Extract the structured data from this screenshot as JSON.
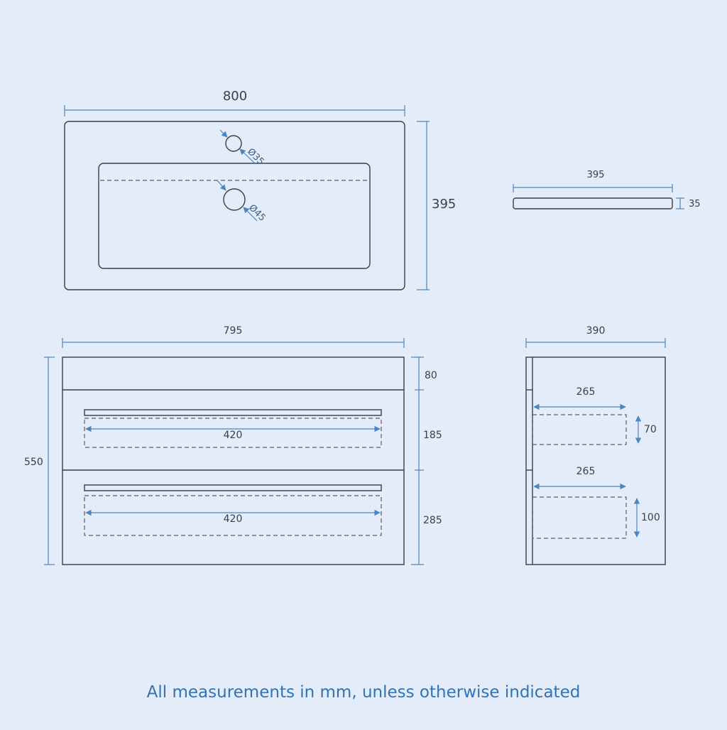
{
  "top_view": {
    "width_label": "800",
    "depth_label": "395",
    "tap_hole_label": "Ø35",
    "waste_hole_label": "Ø45"
  },
  "basin_side": {
    "depth_label": "395",
    "thickness_label": "35"
  },
  "front_view": {
    "width_label": "795",
    "height_label": "550",
    "top_rail_label": "80",
    "upper_drawer_label": "185",
    "lower_drawer_label": "285",
    "upper_inner_width_label": "420",
    "lower_inner_width_label": "420"
  },
  "side_view": {
    "depth_label": "390",
    "upper_inner_depth_label": "265",
    "upper_inner_height_label": "70",
    "lower_inner_depth_label": "265",
    "lower_inner_height_label": "100"
  },
  "footer_note": "All measurements in mm, unless otherwise indicated",
  "colors": {
    "background": "#e3ecf8",
    "outline": "#3a3f45",
    "dimension": "#4a86c2",
    "footer_text": "#2f74b6"
  }
}
